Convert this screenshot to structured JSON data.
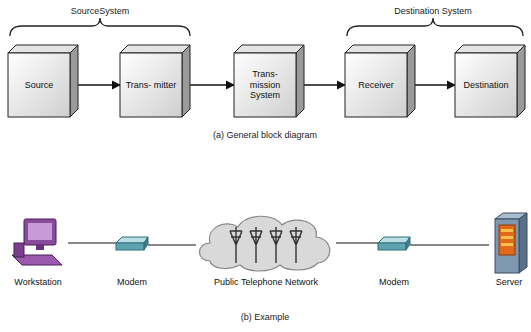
{
  "diagram": {
    "nodes": [
      {
        "text": [
          "Source"
        ]
      },
      {
        "text": [
          "Trans- mitter"
        ]
      },
      {
        "text": [
          "Trans- mission System"
        ]
      },
      {
        "text": [
          "Receiver"
        ]
      },
      {
        "text": [
          "Destination"
        ]
      },
      {
        "text": [
          "Workstation"
        ]
      },
      {
        "text": [
          "Modem"
        ]
      },
      {
        "text": [
          "Public Telephone Network"
        ]
      },
      {
        "text": [
          "Modem"
        ]
      },
      {
        "text": [
          "Server"
        ]
      }
    ],
    "edges": [
      {
        "from": 0,
        "to": 1,
        "arrow": "to"
      },
      {
        "from": 1,
        "to": 2,
        "arrow": "to"
      },
      {
        "from": 2,
        "to": 3,
        "arrow": "to"
      },
      {
        "from": 3,
        "to": 4,
        "arrow": "to"
      },
      {
        "from": 5,
        "to": 6,
        "arrow": "none"
      },
      {
        "from": 6,
        "to": 7,
        "arrow": "none"
      },
      {
        "from": 7,
        "to": 8,
        "arrow": "none"
      },
      {
        "from": 8,
        "to": 9,
        "arrow": "none"
      }
    ],
    "labels": [
      "SourceSystem",
      "Destination System",
      "(a) General block diagram",
      "(b) Example"
    ]
  }
}
